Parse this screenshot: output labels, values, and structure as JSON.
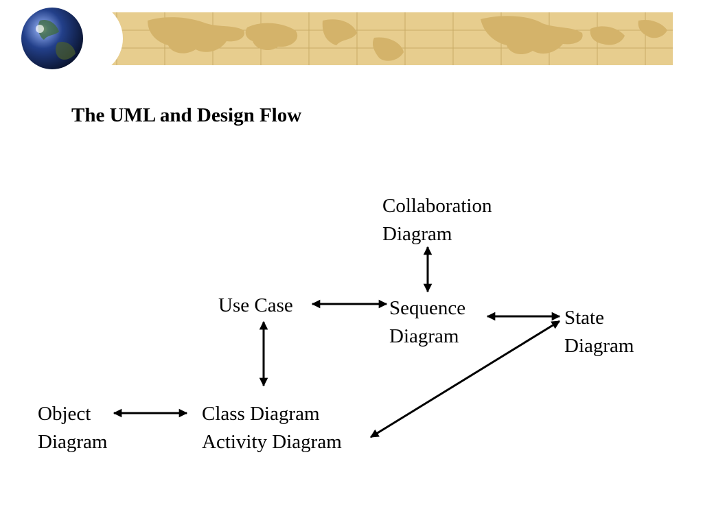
{
  "slide": {
    "title": "The UML and Design Flow",
    "colors": {
      "banner": "#e7cd8e",
      "banner_map": "#d4b36a",
      "banner_grid": "#c9ab66",
      "globe": "#23408a",
      "arrow": "#000000"
    },
    "icons": [
      "globe-icon",
      "world-map-banner"
    ]
  },
  "diagram": {
    "nodes": {
      "collaboration": {
        "line1": "Collaboration",
        "line2": "Diagram"
      },
      "use_case": {
        "line1": "Use Case"
      },
      "sequence": {
        "line1": "Sequence",
        "line2": "Diagram"
      },
      "state": {
        "line1": "State",
        "line2": "Diagram"
      },
      "object": {
        "line1": "Object",
        "line2": "Diagram"
      },
      "class_activity": {
        "line1": "Class Diagram",
        "line2": "Activity Diagram"
      }
    },
    "edges": [
      {
        "from": "use_case",
        "to": "sequence",
        "bidirectional": true
      },
      {
        "from": "sequence",
        "to": "collaboration",
        "bidirectional": true
      },
      {
        "from": "sequence",
        "to": "state",
        "bidirectional": true
      },
      {
        "from": "use_case",
        "to": "class_activity",
        "bidirectional": true
      },
      {
        "from": "object",
        "to": "class_activity",
        "bidirectional": true
      },
      {
        "from": "class_activity",
        "to": "state",
        "bidirectional": true
      }
    ]
  }
}
